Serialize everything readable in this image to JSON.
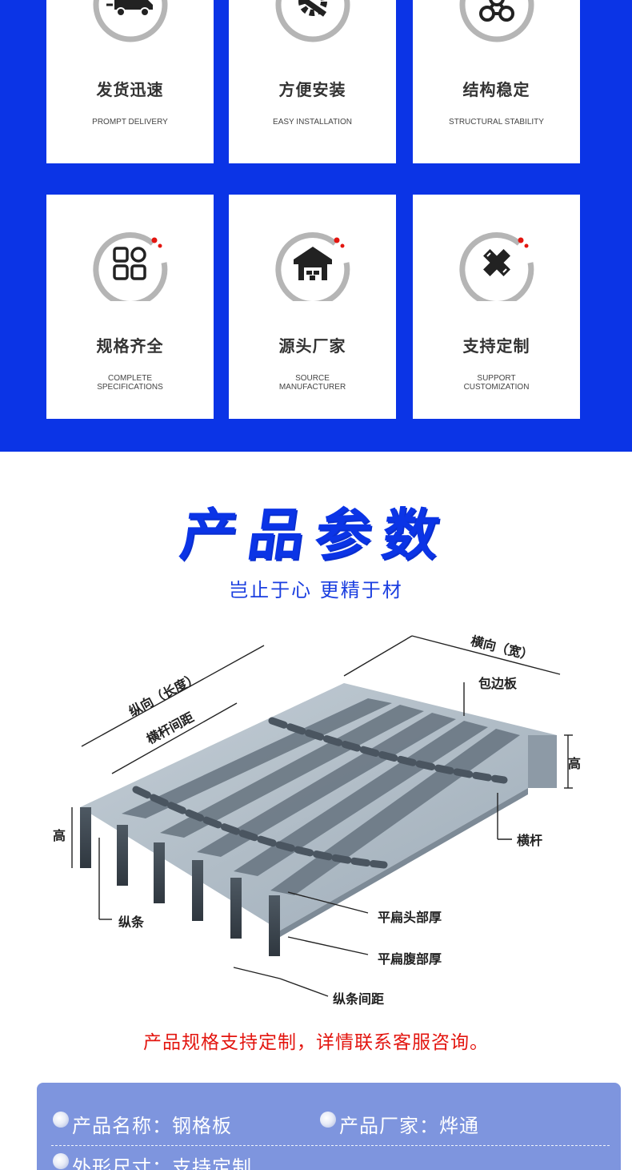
{
  "features": [
    {
      "cn": "发货迅速",
      "en": "PROMPT DELIVERY",
      "icon": "delivery-truck-icon"
    },
    {
      "cn": "方便安装",
      "en": "EASY INSTALLATION",
      "icon": "installation-tools-icon"
    },
    {
      "cn": "结构稳定",
      "en": "STRUCTURAL STABILITY",
      "icon": "structure-molecule-icon"
    },
    {
      "cn": "规格齐全",
      "en": "COMPLETE\nSPECIFICATIONS",
      "icon": "grid-squares-icon"
    },
    {
      "cn": "源头厂家",
      "en": "SOURCE\nMANUFACTURER",
      "icon": "factory-icon"
    },
    {
      "cn": "支持定制",
      "en": "SUPPORT\nCUSTOMIZATION",
      "icon": "pencil-ruler-icon"
    }
  ],
  "params": {
    "title": "产品参数",
    "subtitle": "岂止于心 更精于材",
    "note": "产品规格支持定制，详情联系客服咨询。"
  },
  "diagram": {
    "labels": {
      "transverse": "横向（宽）",
      "edge_plate": "包边板",
      "longitudinal": "纵向（长度）",
      "crossbar_spacing": "横杆间距",
      "height_right": "高",
      "height_left": "高",
      "crossbar": "横杆",
      "bearing_bar": "纵条",
      "flat_head_thickness": "平扁头部厚",
      "flat_web_thickness": "平扁腹部厚",
      "bearing_bar_spacing": "纵条间距"
    }
  },
  "spec_table": {
    "product_name": "产品名称：钢格板",
    "manufacturer": "产品厂家：烨通",
    "dimensions": "外形尺寸：支持定制"
  },
  "colors": {
    "brand_blue": "#0b34e6",
    "panel": "#7e95de",
    "accent_red": "#e3150f"
  }
}
